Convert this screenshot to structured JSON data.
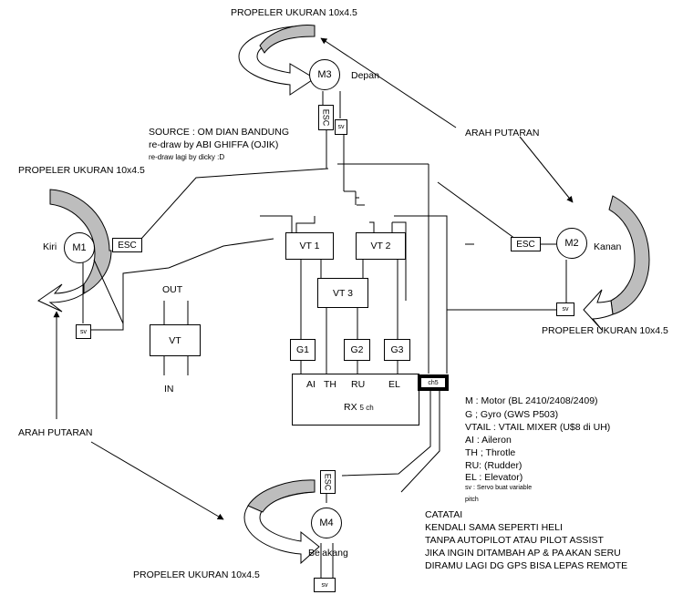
{
  "propellers": {
    "top": "PROPELER UKURAN 10x4.5",
    "left": "PROPELER UKURAN 10x4.5",
    "right": "PROPELER UKURAN 10x4.5",
    "bottom": "PROPELER UKURAN 10x4.5"
  },
  "rotation_label_right": "ARAH PUTARAN",
  "rotation_label_left": "ARAH PUTARAN",
  "source": {
    "line1": "SOURCE : OM DIAN BANDUNG",
    "line2": "re-draw by ABI GHIFFA (OJIK)",
    "line3": "re-draw lagi by dicky :D"
  },
  "motors": {
    "m1": {
      "label": "M1",
      "position": "Kiri"
    },
    "m2": {
      "label": "M2",
      "position": "Kanan"
    },
    "m3": {
      "label": "M3",
      "position": "Depan"
    },
    "m4": {
      "label": "M4",
      "position": "Belakang"
    }
  },
  "esc_label": "ESC",
  "sv_label": "sv",
  "vt": {
    "vt1": "VT 1",
    "vt2": "VT 2",
    "vt3": "VT 3",
    "legend": "VT",
    "out": "OUT",
    "in": "IN"
  },
  "gyros": {
    "g1": "G1",
    "g2": "G2",
    "g3": "G3"
  },
  "rx": {
    "label": "RX",
    "suffix": "5 ch",
    "ai": "AI",
    "th": "TH",
    "ru": "RU",
    "el": "EL",
    "ch5": "ch5"
  },
  "legend": {
    "m": "M : Motor (BL 2410/2408/2409)",
    "g": "G ; Gyro (GWS P503)",
    "vtail": "VTAIL : VTAIL MIXER (U$8 di UH)",
    "ai": "AI :  Aileron",
    "th": "TH ; Throtle",
    "ru": "RU: (Rudder)",
    "el": "EL : Elevator)",
    "sv1": "sv :  Servo buat variable",
    "sv2": "pitch"
  },
  "notes": {
    "title": "CATATAI",
    "line1": "KENDALI SAMA SEPERTI HELI",
    "line2": "TANPA AUTOPILOT ATAU PILOT ASSIST",
    "line3": "JIKA INGIN DITAMBAH AP & PA AKAN SERU",
    "line4": "DIRAMU LAGI DG GPS BISA LEPAS REMOTE"
  },
  "colors": {
    "propeller_fill": "#bdbdbd",
    "line": "#000000"
  }
}
